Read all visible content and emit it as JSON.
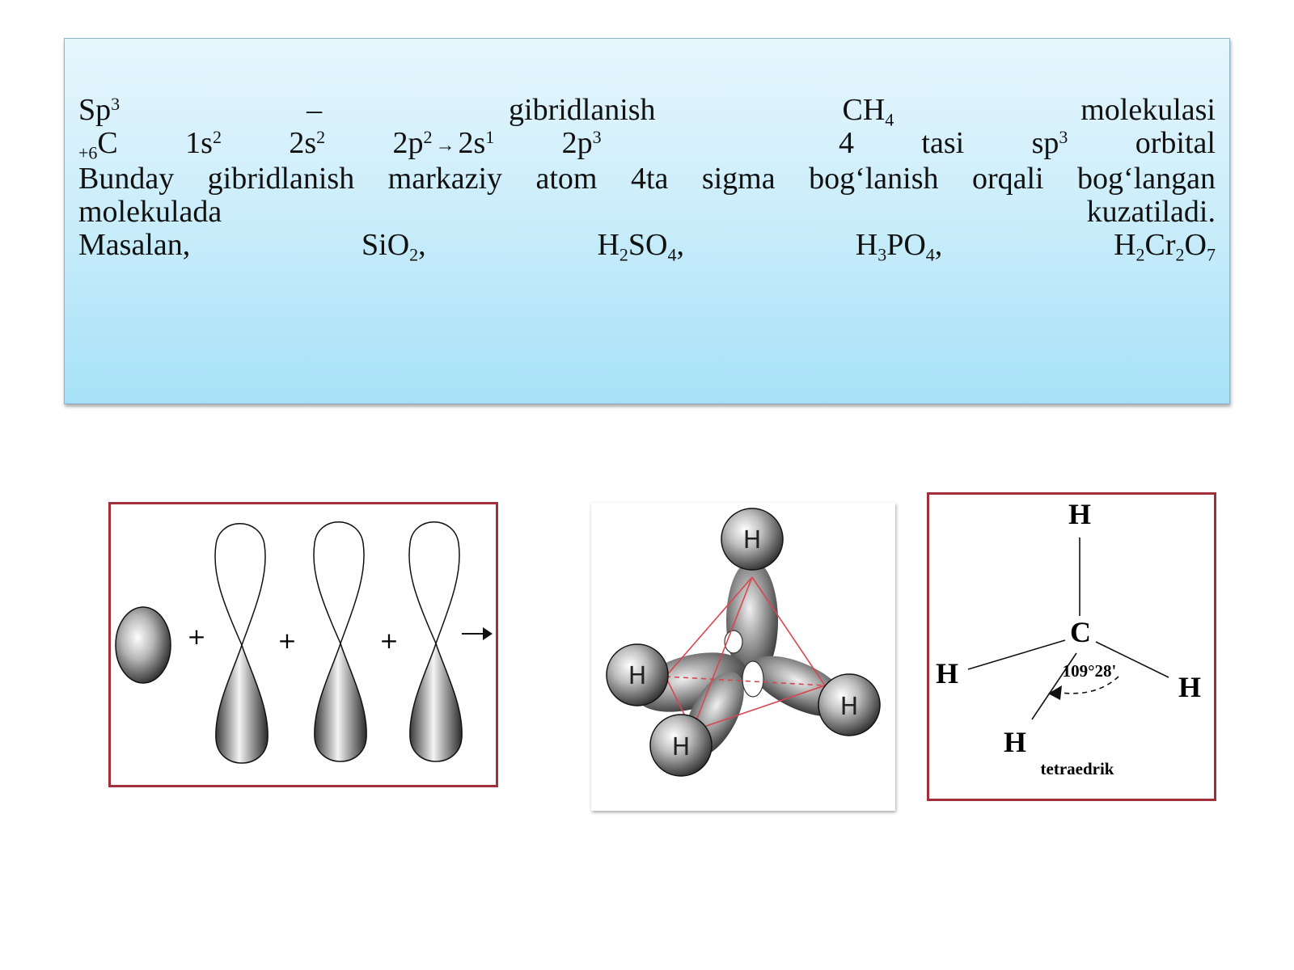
{
  "text_block": {
    "line1": {
      "a": "Sp",
      "a_sup": "3",
      "dash": "–",
      "b": "gibridlanish",
      "c": "CH",
      "c_sub": "4",
      "d": "molekulasi"
    },
    "line2": {
      "c_pre": "+6",
      "c": "C",
      "s1": "1s",
      "s1_sup": "2",
      "s2": "2s",
      "s2_sup": "2",
      "p2": "2p",
      "p2_sup": "2",
      "arrow": "→",
      "s21": "2s",
      "s21_sup": "1",
      "p3": "2p",
      "p3_sup": "3",
      "four": "4",
      "tasi": "tasi",
      "sp": "sp",
      "sp_sup": "3",
      "orbital": "orbital"
    },
    "line3": [
      "Bunday",
      "gibridlanish",
      "markaziy",
      "atom",
      "4ta",
      "sigma",
      "bog‘lanish",
      "orqali",
      "bog‘langan"
    ],
    "line4": [
      "molekulada",
      "kuzatiladi."
    ],
    "line5": {
      "masalan": "Masalan,",
      "f1": "SiO",
      "f1_sub": "2",
      "f1_tail": ",",
      "f2a": "H",
      "f2a_sub": "2",
      "f2b": "SO",
      "f2b_sub": "4",
      "f2_tail": ",",
      "f3a": "H",
      "f3a_sub": "3",
      "f3b": "PO",
      "f3b_sub": "4",
      "f3_tail": ",",
      "f4a": "H",
      "f4a_sub": "2",
      "f4b": "Cr",
      "f4b_sub": "2",
      "f4c": "O",
      "f4c_sub": "7"
    }
  },
  "orbital_panel": {
    "plus": "+"
  },
  "methane_model": {
    "atom": "H"
  },
  "structure_panel": {
    "center": "C",
    "ligand": "H",
    "angle": "109°28'",
    "caption": "tetraedrik"
  }
}
